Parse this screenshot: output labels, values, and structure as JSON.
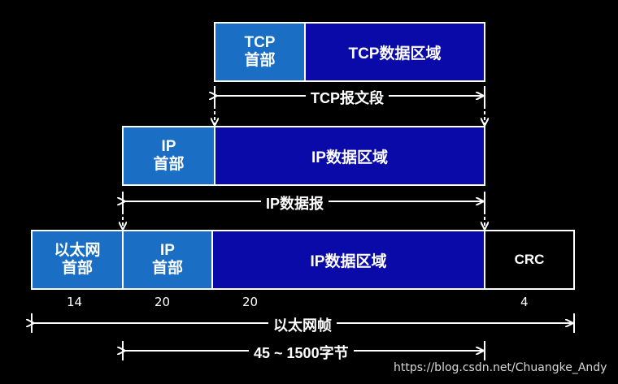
{
  "tcp_segment": {
    "header": "TCP\n首部",
    "data": "TCP数据区域",
    "label": "TCP报文段"
  },
  "ip_datagram": {
    "header": "IP\n首部",
    "data": "IP数据区域",
    "label": "IP数据报"
  },
  "ethernet_frame": {
    "header": "以太网\n首部",
    "ip_header": "IP\n首部",
    "data": "IP数据区域",
    "crc": "CRC",
    "sizes": [
      "14",
      "20",
      "20",
      "4"
    ],
    "label": "以太网帧",
    "payload_range": "45 ~ 1500字节"
  },
  "watermark": "https://blog.csdn.net/Chuangke_Andy",
  "colors": {
    "header_fill": "#1a6fc4",
    "data_fill": "#0a0aa8",
    "background": "#000000",
    "stroke": "#ffffff"
  }
}
